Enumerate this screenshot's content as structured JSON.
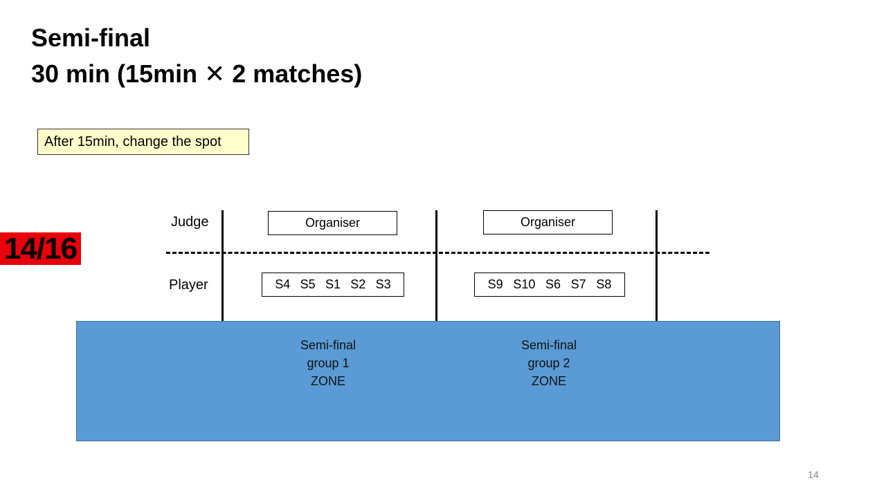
{
  "slide": {
    "title_line_1": "Semi-final",
    "title_line_2": "30 min (15min ✕ 2 matches)",
    "note": "After 15min, change the spot",
    "page_badge": "14/16",
    "slide_number": "14"
  },
  "diagram": {
    "judge_label": "Judge",
    "player_label": "Player",
    "groups": [
      {
        "judge": "Organiser",
        "players": [
          "S4",
          "S5",
          "S1",
          "S2",
          "S3"
        ],
        "zone_lines": [
          "Semi-final",
          "group 1",
          "ZONE"
        ]
      },
      {
        "judge": "Organiser",
        "players": [
          "S9",
          "S10",
          "S6",
          "S7",
          "S8"
        ],
        "zone_lines": [
          "Semi-final",
          "group 2",
          "ZONE"
        ]
      }
    ]
  },
  "colors": {
    "note_background": "#ffffcc",
    "badge_background": "#e8000b",
    "zone_fill": "#5b9bd5"
  }
}
